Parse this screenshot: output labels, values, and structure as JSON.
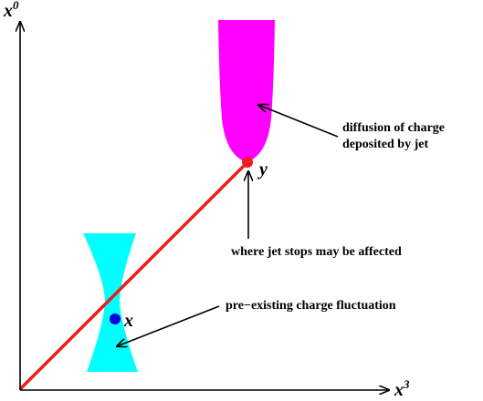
{
  "axes": {
    "vertical": {
      "base": "x",
      "sup": "0"
    },
    "horizontal": {
      "base": "x",
      "sup": "3"
    }
  },
  "points": {
    "x_label": "x",
    "y_label": "y"
  },
  "annotations": {
    "diffusion_line1": "diffusion of charge",
    "diffusion_line2": "deposited by jet",
    "jet_stop": "where jet stops may be affected",
    "fluctuation": "pre−existing charge fluctuation"
  },
  "colors": {
    "jet": "#ee1c1c",
    "diffusion": "#ff00ff",
    "fluctuation": "#00ffff",
    "point_x": "#0000dd",
    "point_y": "#ee1c1c",
    "axis": "#000000"
  }
}
